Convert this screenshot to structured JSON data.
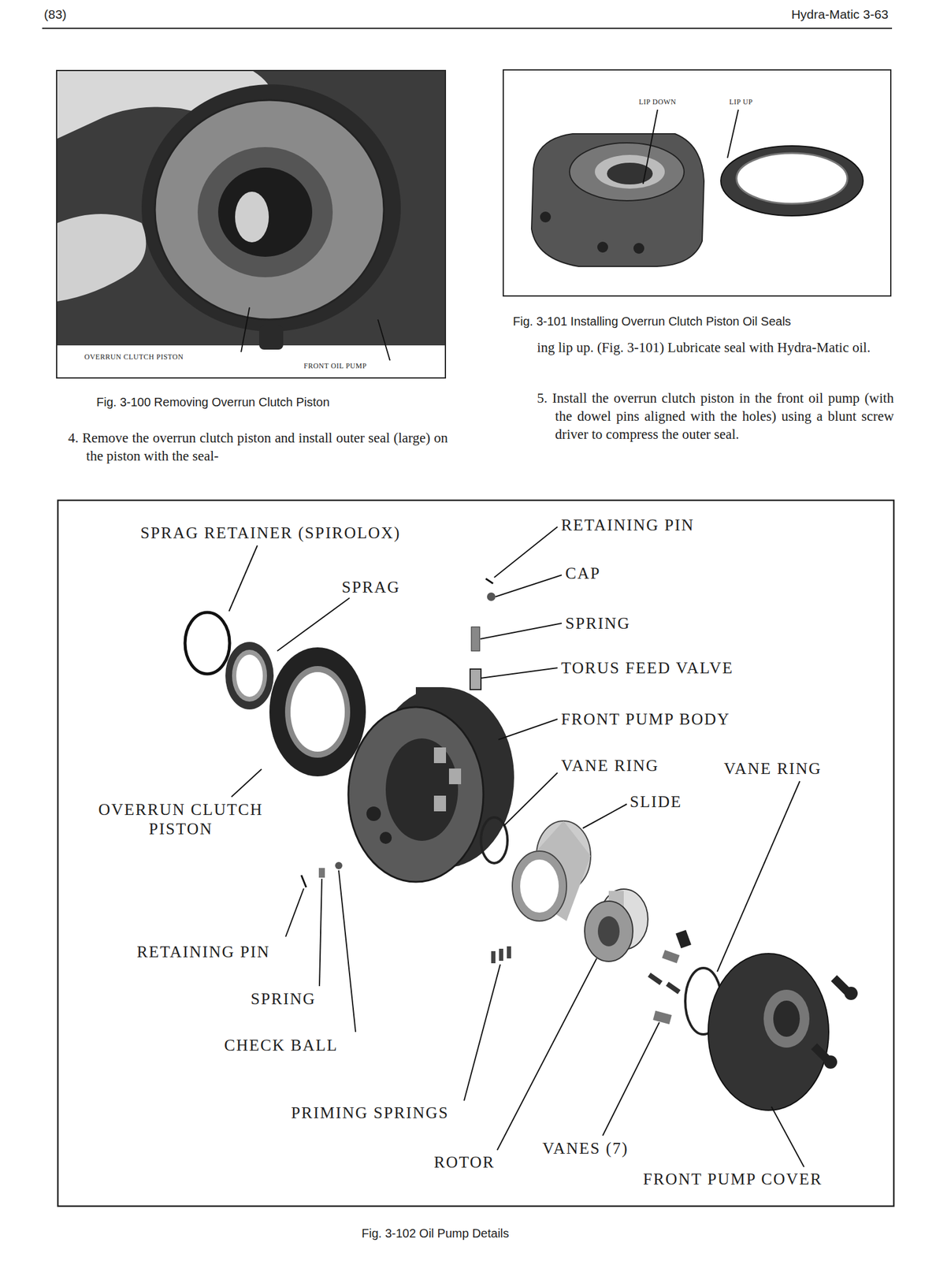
{
  "diagram": {
    "labels": [
      "(83)",
      "Hydra-Matic 3-63",
      "OVERRUN CLUTCH PISTON",
      "FRONT OIL PUMP",
      "Fig. 3-100 Removing Overrun Clutch Piston",
      "4. Remove the overrun clutch piston and install outer seal (large) on the piston with the seal-",
      "LIP DOWN",
      "LIP UP",
      "Fig. 3-101 Installing Overrun Clutch Piston Oil Seals",
      "ing lip up. (Fig. 3-101) Lubricate seal with Hydra-Matic oil.",
      "5. Install the overrun clutch piston in the front oil pump (with the dowel pins aligned with the holes) using a blunt screw driver to compress the outer seal.",
      "SPRAG RETAINER (SPIROLOX)",
      "RETAINING PIN",
      "SPRAG",
      "CAP",
      "SPRING",
      "TORUS FEED VALVE",
      "FRONT PUMP BODY",
      "VANE RING",
      "VANE RING",
      "SLIDE",
      "OVERRUN CLUTCH PISTON",
      "RETAINING PIN",
      "SPRING",
      "CHECK BALL",
      "PRIMING SPRINGS",
      "VANES (7)",
      "ROTOR",
      "FRONT PUMP COVER",
      "Fig. 3-102 Oil Pump Details"
    ]
  }
}
